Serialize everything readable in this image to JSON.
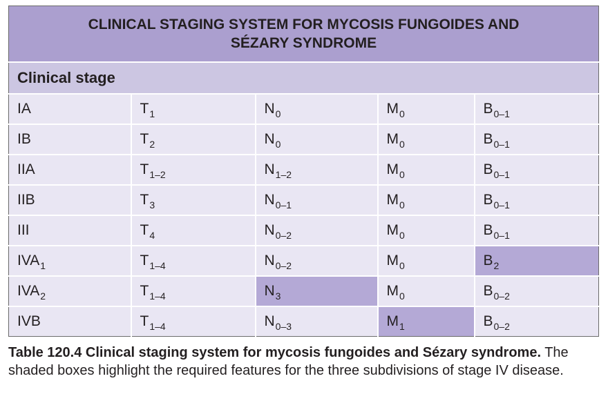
{
  "table": {
    "title_lines": [
      "CLINICAL STAGING SYSTEM FOR MYCOSIS FUNGOIDES AND",
      "SÉZARY SYNDROME"
    ],
    "section_header": "Clinical stage",
    "rows": [
      {
        "stage": "IA",
        "stage_sub": "",
        "t": "T",
        "t_sub": "1",
        "n": "N",
        "n_sub": "0",
        "m": "M",
        "m_sub": "0",
        "b": "B",
        "b_sub": "0–1",
        "shaded": ""
      },
      {
        "stage": "IB",
        "stage_sub": "",
        "t": "T",
        "t_sub": "2",
        "n": "N",
        "n_sub": "0",
        "m": "M",
        "m_sub": "0",
        "b": "B",
        "b_sub": "0–1",
        "shaded": ""
      },
      {
        "stage": "IIA",
        "stage_sub": "",
        "t": "T",
        "t_sub": "1–2",
        "n": "N",
        "n_sub": "1–2",
        "m": "M",
        "m_sub": "0",
        "b": "B",
        "b_sub": "0–1",
        "shaded": ""
      },
      {
        "stage": "IIB",
        "stage_sub": "",
        "t": "T",
        "t_sub": "3",
        "n": "N",
        "n_sub": "0–1",
        "m": "M",
        "m_sub": "0",
        "b": "B",
        "b_sub": "0–1",
        "shaded": ""
      },
      {
        "stage": "III",
        "stage_sub": "",
        "t": "T",
        "t_sub": "4",
        "n": "N",
        "n_sub": "0–2",
        "m": "M",
        "m_sub": "0",
        "b": "B",
        "b_sub": "0–1",
        "shaded": ""
      },
      {
        "stage": "IVA",
        "stage_sub": "1",
        "t": "T",
        "t_sub": "1–4",
        "n": "N",
        "n_sub": "0–2",
        "m": "M",
        "m_sub": "0",
        "b": "B",
        "b_sub": "2",
        "shaded": "b"
      },
      {
        "stage": "IVA",
        "stage_sub": "2",
        "t": "T",
        "t_sub": "1–4",
        "n": "N",
        "n_sub": "3",
        "m": "M",
        "m_sub": "0",
        "b": "B",
        "b_sub": "0–2",
        "shaded": "n"
      },
      {
        "stage": "IVB",
        "stage_sub": "",
        "t": "T",
        "t_sub": "1–4",
        "n": "N",
        "n_sub": "0–3",
        "m": "M",
        "m_sub": "1",
        "b": "B",
        "b_sub": "0–2",
        "shaded": "m"
      }
    ]
  },
  "caption": {
    "bold": "Table 120.4 Clinical staging system for mycosis fungoides and Sézary syndrome.",
    "text": " The shaded boxes highlight the required features for the three subdivisions of stage IV disease."
  },
  "colors": {
    "title_bg": "#ab9fcf",
    "section_bg": "#ccc6e2",
    "cell_bg": "#e9e6f3",
    "shaded_bg": "#b4a9d6"
  }
}
